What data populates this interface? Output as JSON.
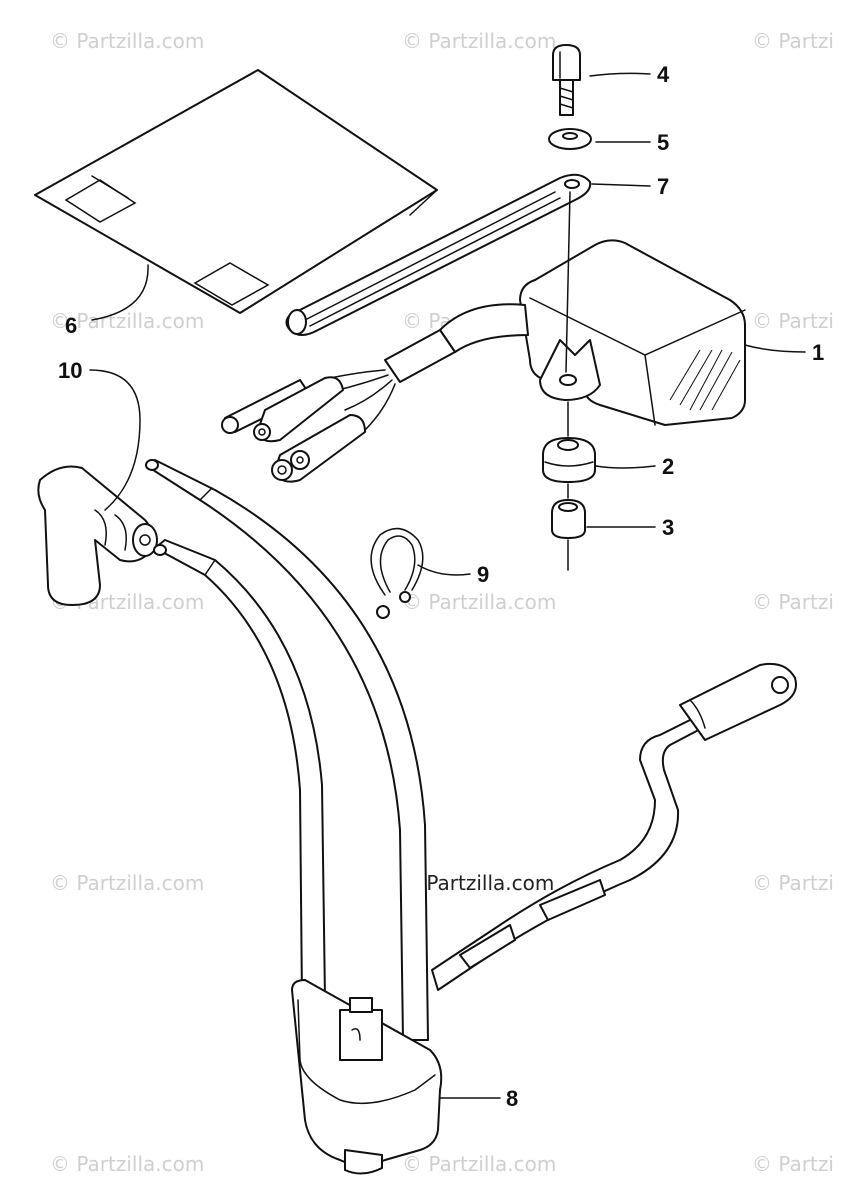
{
  "watermark": {
    "text": "© Partzilla.com",
    "text_partial": "© Partzi",
    "center_text": "© Partzilla.com"
  },
  "callouts": [
    {
      "id": "1",
      "label": "1"
    },
    {
      "id": "2",
      "label": "2"
    },
    {
      "id": "3",
      "label": "3"
    },
    {
      "id": "4",
      "label": "4"
    },
    {
      "id": "5",
      "label": "5"
    },
    {
      "id": "6",
      "label": "6"
    },
    {
      "id": "7",
      "label": "7"
    },
    {
      "id": "8",
      "label": "8"
    },
    {
      "id": "9",
      "label": "9"
    },
    {
      "id": "10",
      "label": "10"
    }
  ],
  "colors": {
    "line": "#111111",
    "background": "#ffffff",
    "watermark": "#cfcfcf"
  }
}
